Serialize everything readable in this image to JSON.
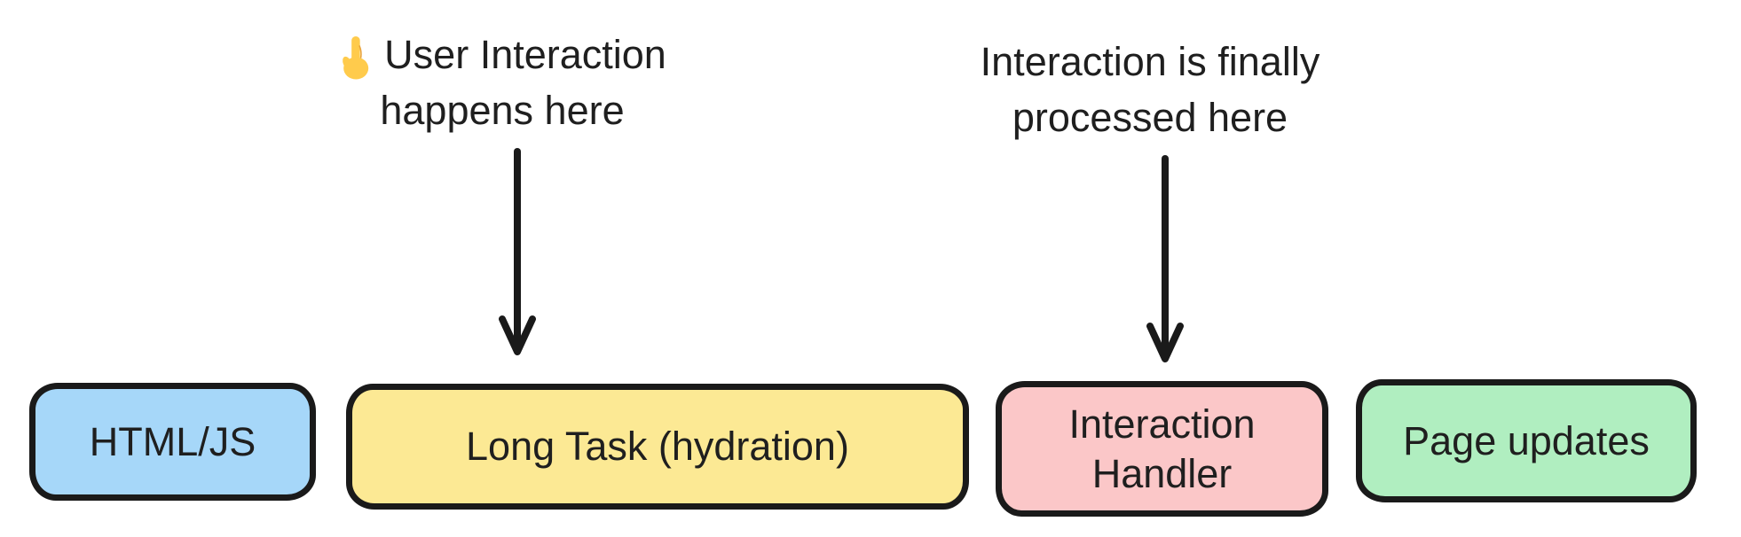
{
  "canvas": {
    "background": "#ffffff"
  },
  "colors": {
    "stroke": "#1a1a1a",
    "text": "#1f1f1f",
    "box_blue": "#a6d7f9",
    "box_yellow": "#fce994",
    "box_pink": "#fbc7c8",
    "box_green": "#b0eec0"
  },
  "callouts": [
    {
      "icon": "pointing-up-icon",
      "line1": "User Interaction",
      "line2": "happens here"
    },
    {
      "line1": "Interaction is finally",
      "line2": "processed here"
    }
  ],
  "boxes": [
    {
      "label": "HTML/JS",
      "fill": "#a6d7f9"
    },
    {
      "label": "Long Task (hydration)",
      "fill": "#fce994"
    },
    {
      "label": "Interaction Handler",
      "fill": "#fbc7c8"
    },
    {
      "label": "Page updates",
      "fill": "#b0eec0"
    }
  ]
}
